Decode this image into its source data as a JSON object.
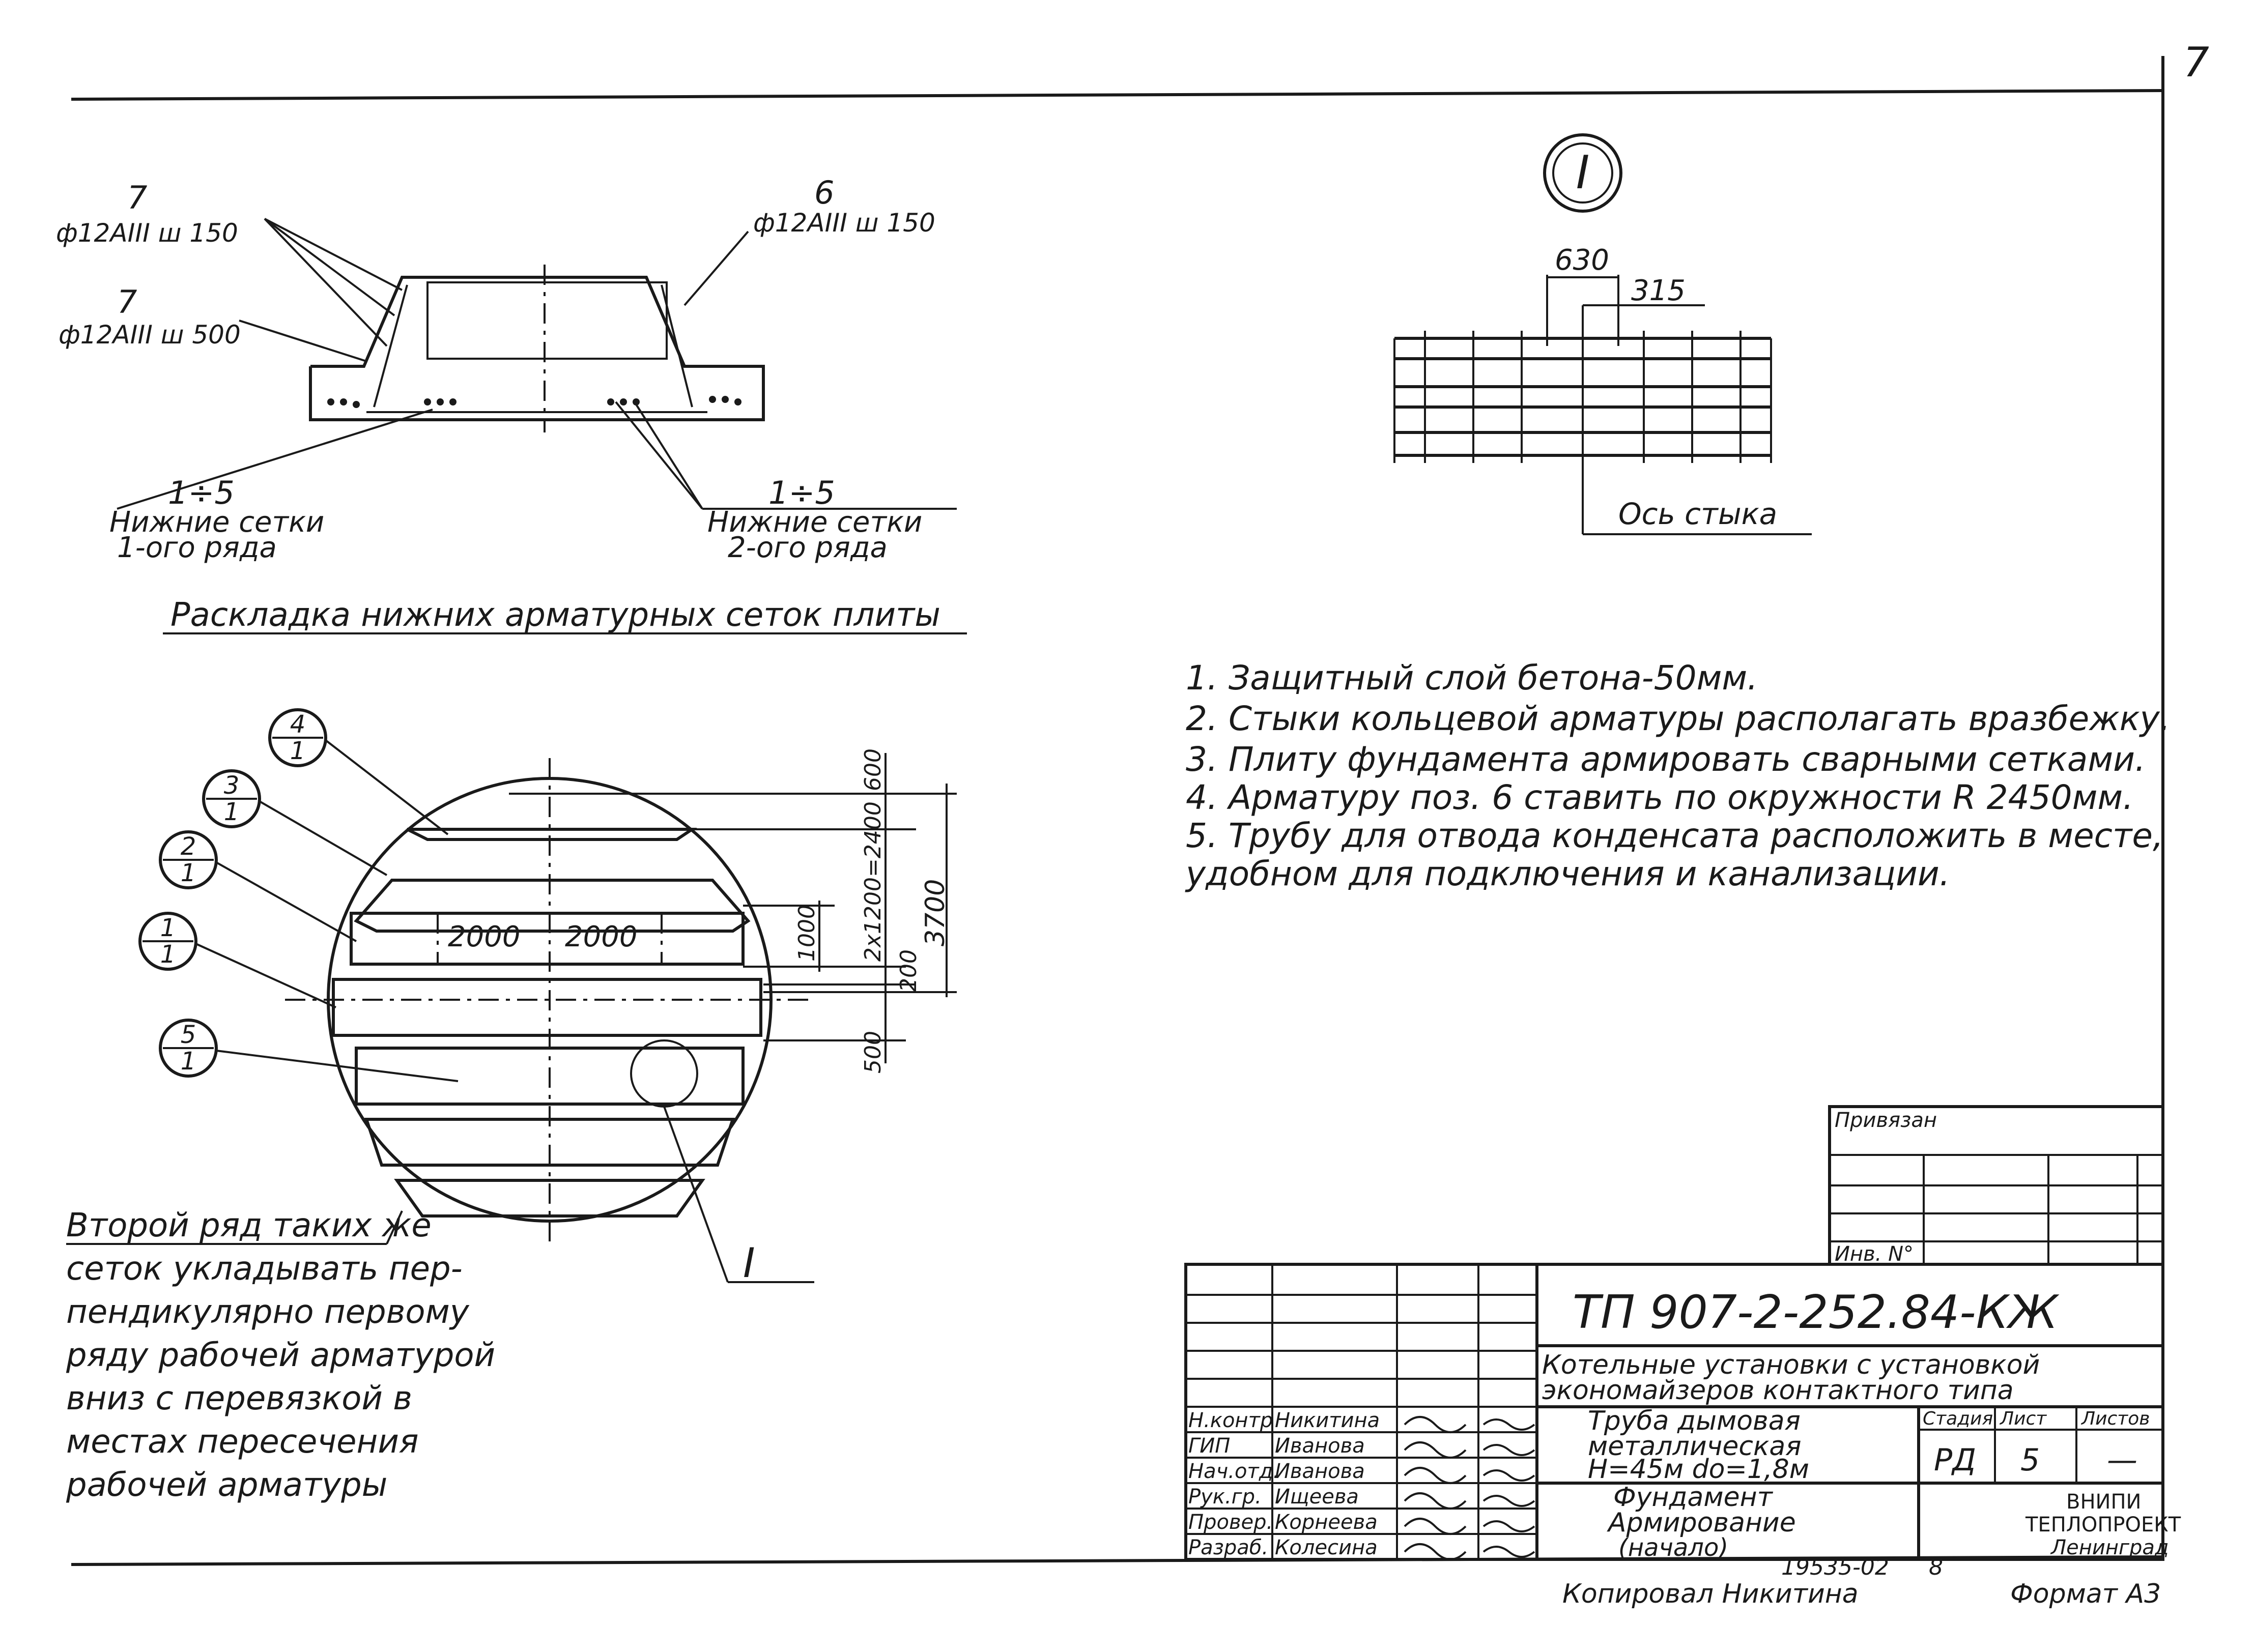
{
  "page_number": "7",
  "section_marker": "I",
  "cross_section": {
    "left_top_pos": "7",
    "left_top_spec": "ф12АIII ш 150",
    "left_mid_pos": "7",
    "left_mid_spec": "ф12АIII ш 500",
    "right_top_pos": "6",
    "right_top_spec": "ф12АIII ш 150",
    "left_bottom_range": "1÷5",
    "left_bottom_label_1": "Нижние  сетки",
    "left_bottom_label_2": "1-ого  ряда",
    "right_bottom_range": "1÷5",
    "right_bottom_label_1": "Нижние  сетки",
    "right_bottom_label_2": "2-ого  ряда",
    "caption": "Раскладка нижних  арматурных сеток плиты"
  },
  "detail": {
    "dim_630": "630",
    "dim_315": "315",
    "axis_label": "Ось стыка"
  },
  "plan": {
    "markers": [
      {
        "num": "4",
        "den": "1"
      },
      {
        "num": "3",
        "den": "1"
      },
      {
        "num": "2",
        "den": "1"
      },
      {
        "num": "1",
        "den": "1"
      },
      {
        "num": "5",
        "den": "1"
      }
    ],
    "dim_2000_a": "2000",
    "dim_2000_b": "2000",
    "dim_600": "600",
    "dim_stack": "2х1200=2400",
    "dim_1000": "1000",
    "dim_200": "200",
    "dim_3700": "3700",
    "dim_500": "500",
    "detail_ref": "I"
  },
  "notes": [
    "1.  Защитный  слой  бетона-50мм.",
    "2.  Стыки кольцевой арматуры располагать вразбежку.",
    "3.  Плиту  фундамента армировать сварными сетками.",
    "4.  Арматуру  поз. 6  ставить  по окружности  R 2450мм.",
    "5.  Трубу для отвода конденсата расположить в месте,",
    "удобном  для  подключения  и  канализации."
  ],
  "side_note": [
    "Второй ряд таких же",
    "сеток укладывать пер-",
    "пендикулярно первому",
    "ряду рабочей арматурой",
    "вниз с перевязкой  в",
    "местах пересечения",
    "рабочей арматуры"
  ],
  "title_block": {
    "privyazan": "Привязан",
    "inv_no": "Инв. N°",
    "doc_code": "ТП 907-2-252.84-КЖ",
    "project_line_1": "Котельные установки  с  установкой",
    "project_line_2": "экономайзеров контактного типа",
    "title_line_1": "Труба дымовая",
    "title_line_2": "металлическая",
    "title_line_3": "Н=45м  do=1,8м",
    "sheet_line_1": "Фундамент",
    "sheet_line_2": "Армирование",
    "sheet_line_3": "(начало)",
    "stage_header": "Стадия",
    "sheet_header": "Лист",
    "sheets_header": "Листов",
    "stage_value": "РД",
    "sheet_value": "5",
    "sheets_value": "—",
    "org_1": "ВНИПИ",
    "org_2": "ТЕПЛОПРОЕКТ",
    "org_3": "Ленинград",
    "roles": [
      {
        "role": "Н.контр",
        "name": "Никитина"
      },
      {
        "role": "ГИП",
        "name": "Иванова"
      },
      {
        "role": "Нач.отд.",
        "name": "Иванова"
      },
      {
        "role": "Рук.гр.",
        "name": "Ищеева"
      },
      {
        "role": "Провер.",
        "name": "Корнеева"
      },
      {
        "role": "Разраб.",
        "name": "Колесина"
      }
    ],
    "archive_no": "19535-02",
    "archive_sheet": "8",
    "copied_by": "Копировал  Никитина",
    "format": "Формат А3"
  }
}
